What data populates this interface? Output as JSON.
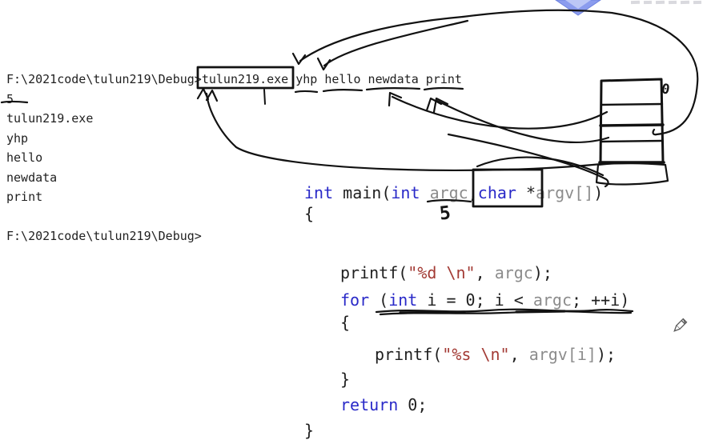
{
  "console": {
    "prompt_line": {
      "prefix": "F:\\2021code\\tulun219\\Debug>",
      "command": "tulun219.exe",
      "args": [
        "yhp",
        "hello",
        "newdata",
        "print"
      ]
    },
    "output_lines": [
      "5",
      "tulun219.exe",
      "yhp",
      "hello",
      "newdata",
      "print"
    ],
    "trailing_prompt": "F:\\2021code\\tulun219\\Debug>"
  },
  "code": {
    "lines": [
      [
        {
          "t": "int ",
          "c": "kw"
        },
        {
          "t": "main",
          "c": "plain"
        },
        {
          "t": "(",
          "c": "plain"
        },
        {
          "t": "int ",
          "c": "kw"
        },
        {
          "t": "argc",
          "c": "id"
        },
        {
          "t": ",",
          "c": "plain"
        },
        {
          "t": "char ",
          "c": "kw"
        },
        {
          "t": "*",
          "c": "plain"
        },
        {
          "t": "argv[]",
          "c": "id"
        },
        {
          "t": ")",
          "c": "plain"
        }
      ],
      [
        {
          "t": "{",
          "c": "plain"
        }
      ],
      [
        {
          "t": "printf(",
          "c": "plain"
        },
        {
          "t": "\"%d \\n\"",
          "c": "str"
        },
        {
          "t": ", ",
          "c": "plain"
        },
        {
          "t": "argc",
          "c": "id"
        },
        {
          "t": ");",
          "c": "plain"
        }
      ],
      [
        {
          "t": "for ",
          "c": "kw"
        },
        {
          "t": "(",
          "c": "plain"
        },
        {
          "t": "int",
          "c": "kw"
        },
        {
          "t": " i = 0; i < ",
          "c": "plain"
        },
        {
          "t": "argc",
          "c": "id"
        },
        {
          "t": "; ++i)",
          "c": "plain"
        }
      ],
      [
        {
          "t": "{",
          "c": "plain"
        }
      ],
      [
        {
          "t": "printf(",
          "c": "plain"
        },
        {
          "t": "\"%s \\n\"",
          "c": "str"
        },
        {
          "t": ", ",
          "c": "plain"
        },
        {
          "t": "argv[i]",
          "c": "id"
        },
        {
          "t": ");",
          "c": "plain"
        }
      ],
      [
        {
          "t": "}",
          "c": "plain"
        }
      ],
      [
        {
          "t": "return ",
          "c": "kw"
        },
        {
          "t": "0;",
          "c": "plain"
        }
      ],
      [
        {
          "t": "}",
          "c": "plain"
        }
      ]
    ]
  },
  "annotations": {
    "argc_value": "5",
    "stack_top_label": "0"
  },
  "colors": {
    "keyword": "#2929c8",
    "identifier": "#8c8c8c",
    "string": "#a33b35",
    "text": "#1f1f1f",
    "ink": "#121212",
    "diamond": "#8b9cee",
    "diamond_inner": "#bcc7f6"
  }
}
